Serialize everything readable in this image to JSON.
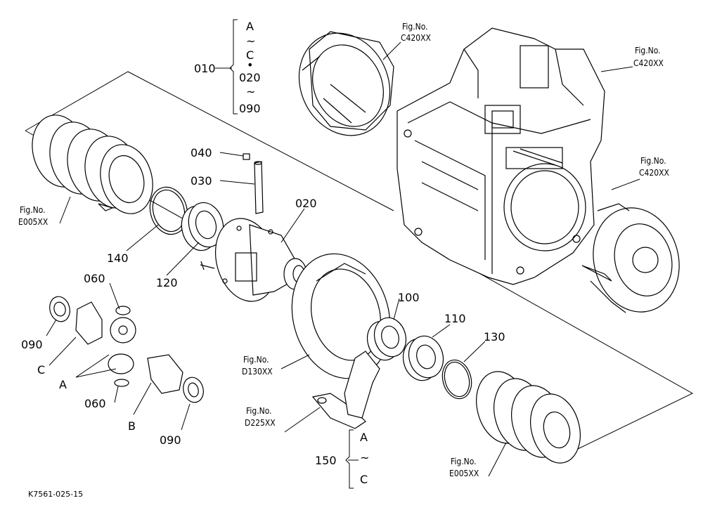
{
  "drawing_code": "K7561-025-15",
  "callouts": {
    "p010": "010",
    "p020_top": "020",
    "p020_group": "020",
    "p030": "030",
    "p040": "040",
    "p060_top": "060",
    "p060_bottom": "060",
    "p090_left": "090",
    "p090_bottom": "090",
    "p090_group": "090",
    "p100": "100",
    "p110": "110",
    "p120": "120",
    "p130": "130",
    "p140": "140",
    "p150": "150"
  },
  "letters": {
    "A_group_top": "A",
    "C_group_top": "C",
    "A_group_bottom": "A",
    "C_group_bottom": "C",
    "A_mark": "A",
    "B_mark": "B",
    "C_mark": "C",
    "tilde": "~",
    "dot": "•"
  },
  "fig_refs": {
    "c420_top_label": "Fig.No.",
    "c420_top_code": "C420XX",
    "c420_right_label": "Fig.No.",
    "c420_right_code": "C420XX",
    "c420_mid_label": "Fig.No.",
    "c420_mid_code": "C420XX",
    "e005_left_label": "Fig.No.",
    "e005_left_code": "E005XX",
    "e005_bottom_label": "Fig.No.",
    "e005_bottom_code": "E005XX",
    "d130_label": "Fig.No.",
    "d130_code": "D130XX",
    "d225_label": "Fig.No.",
    "d225_code": "D225XX"
  }
}
